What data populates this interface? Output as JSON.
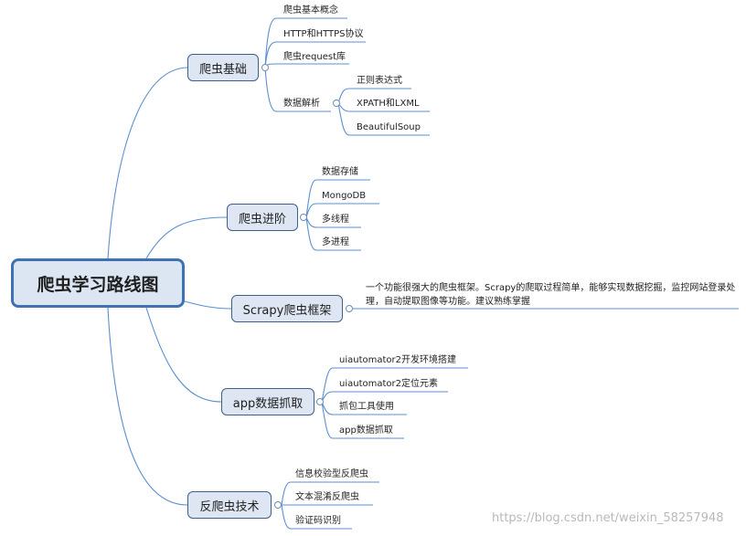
{
  "root": {
    "label": "爬虫学习路线图"
  },
  "branches": [
    {
      "label": "爬虫基础",
      "children": [
        {
          "label": "爬虫基本概念"
        },
        {
          "label": "HTTP和HTTPS协议"
        },
        {
          "label": "爬虫request库"
        },
        {
          "label": "数据解析",
          "children": [
            {
              "label": "正则表达式"
            },
            {
              "label": "XPATH和LXML"
            },
            {
              "label": "BeautifulSoup"
            }
          ]
        }
      ]
    },
    {
      "label": "爬虫进阶",
      "children": [
        {
          "label": "数据存储"
        },
        {
          "label": "MongoDB"
        },
        {
          "label": "多线程"
        },
        {
          "label": "多进程"
        }
      ]
    },
    {
      "label": "Scrapy爬虫框架",
      "description": "一个功能很强大的爬虫框架。Scrapy的爬取过程简单，能够实现数据挖掘，监控网站登录处理，自动提取图像等功能。建议熟练掌握"
    },
    {
      "label": "app数据抓取",
      "children": [
        {
          "label": "uiautomator2开发环境搭建"
        },
        {
          "label": "uiautomator2定位元素"
        },
        {
          "label": "抓包工具使用"
        },
        {
          "label": "app数据抓取"
        }
      ]
    },
    {
      "label": "反爬虫技术",
      "children": [
        {
          "label": "信息校验型反爬虫"
        },
        {
          "label": "文本混淆反爬虫"
        },
        {
          "label": "验证码识别"
        }
      ]
    }
  ],
  "watermark": "https://blog.csdn.net/weixin_58257948",
  "colors": {
    "line": "#5b8fd0",
    "node_fill": "#dde6f2",
    "node_border": "#3e5f8a",
    "root_border": "#3f72b4"
  }
}
